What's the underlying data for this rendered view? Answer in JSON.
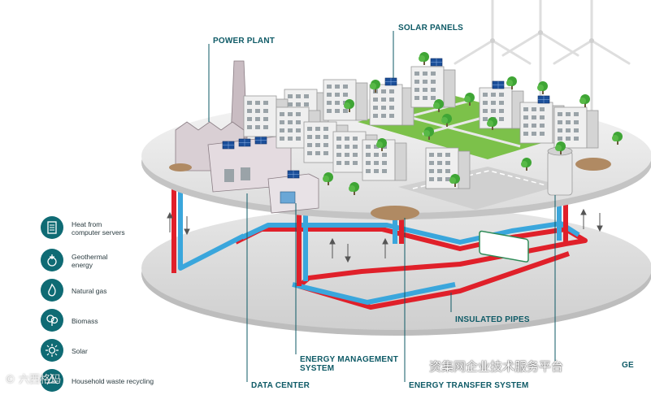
{
  "callouts": {
    "power_plant": "POWER PLANT",
    "solar_panels": "SOLAR PANELS",
    "insulated_pipes": "INSULATED PIPES",
    "energy_management": "ENERGY MANAGEMENT\nSYSTEM",
    "data_center": "DATA CENTER",
    "energy_transfer": "ENERGY TRANSFER SYSTEM",
    "partial_right": "GE"
  },
  "legend": [
    {
      "label": "Heat from\ncomputer servers",
      "icon": "server-icon"
    },
    {
      "label": "Geothermal\nenergy",
      "icon": "geothermal-icon"
    },
    {
      "label": "Natural gas",
      "icon": "flame-icon"
    },
    {
      "label": "Biomass",
      "icon": "tree-icon"
    },
    {
      "label": "Solar",
      "icon": "sun-icon"
    },
    {
      "label": "Household waste recycling",
      "icon": "recycle-icon"
    }
  ],
  "watermarks": {
    "left": "© 六西格玛",
    "right": "资集网企业技术服务平台"
  },
  "colors": {
    "accent": "#0e5a66",
    "hot_pipe": "#e0202a",
    "cold_pipe": "#3aa6dc",
    "grass": "#7cc14a",
    "tree": "#3fa535",
    "building": "#e9e9ea",
    "platform": "#dcdcdc"
  }
}
